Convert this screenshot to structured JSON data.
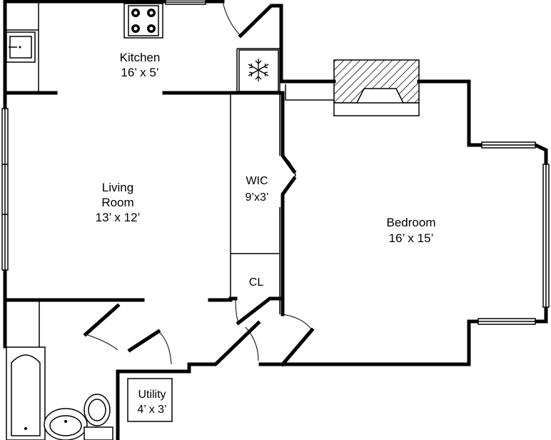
{
  "rooms": {
    "kitchen": {
      "name": "Kitchen",
      "size": "16’ x 5’"
    },
    "living": {
      "name_line1": "Living",
      "name_line2": "Room",
      "size": "13’ x 12’"
    },
    "wic": {
      "name": "WIC",
      "size": "9’x3’"
    },
    "closet": {
      "name": "CL"
    },
    "bedroom": {
      "name": "Bedroom",
      "size": "16’ x 15’"
    },
    "utility": {
      "name": "Utility",
      "size": "4’ x 3’"
    }
  },
  "icons": {
    "refrigerator": "snowflake-icon",
    "stove": "stove-icon",
    "fireplace": "fireplace-icon"
  },
  "colors": {
    "wall": "#000000",
    "background": "#ffffff"
  }
}
